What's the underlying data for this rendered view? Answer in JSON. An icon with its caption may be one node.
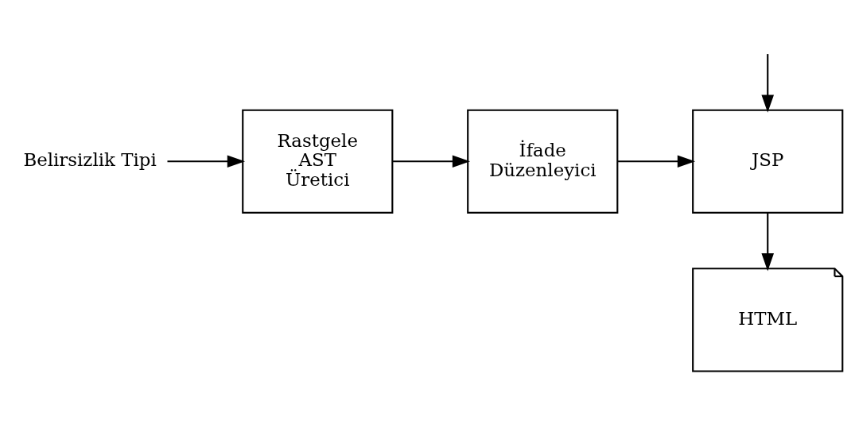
{
  "diagram": {
    "nodes": [
      {
        "text": [
          "Belirsizlik Tipi"
        ]
      },
      {
        "text": [
          "Rastgele AST Üretici"
        ]
      },
      {
        "text": [
          "İfade Düzenleyici"
        ]
      },
      {
        "text": [
          "JSP"
        ]
      },
      {
        "text": [
          "HTML"
        ]
      }
    ],
    "edges": [
      {
        "from": 0,
        "to": 1,
        "arrow": "to"
      },
      {
        "from": 1,
        "to": 2,
        "arrow": "to"
      },
      {
        "from": 2,
        "to": 3,
        "arrow": "to"
      },
      {
        "from": null,
        "to": 3,
        "arrow": "to"
      },
      {
        "from": 3,
        "to": 4,
        "arrow": "to"
      }
    ]
  }
}
